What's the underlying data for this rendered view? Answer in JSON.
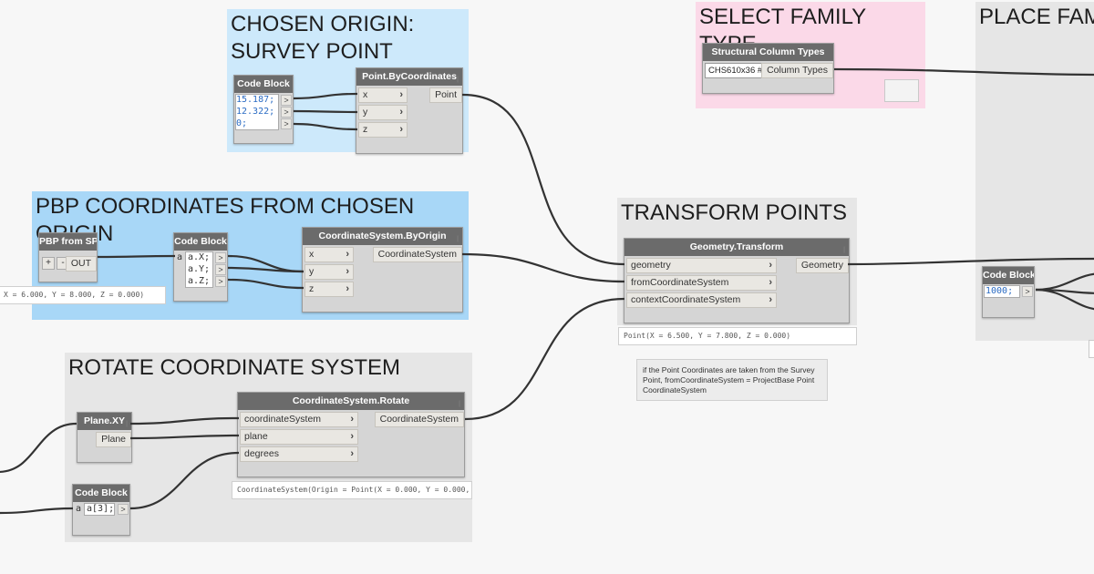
{
  "groups": {
    "chosen_origin": "CHOSEN ORIGIN:\nSURVEY POINT",
    "pbp_coordinates": "PBP COORDINATES FROM CHOSEN ORIGIN",
    "rotate_cs": "ROTATE COORDINATE SYSTEM",
    "select_family": "SELECT FAMILY TYPE",
    "transform_points": "TRANSFORM POINTS",
    "place_family": "PLACE FAM"
  },
  "nodes": {
    "code_block_origin": {
      "title": "Code Block",
      "lines": [
        "15.187;",
        "12.322;",
        "0;"
      ],
      "output_glyph": ">"
    },
    "point_by_coords": {
      "title": "Point.ByCoordinates",
      "inputs": [
        "x",
        "y",
        "z"
      ],
      "output": "Point"
    },
    "pbp_from_sp": {
      "title": "PBP from SP",
      "plus": "+",
      "minus": "-",
      "output": "OUT",
      "preview": "X = 6.000, Y = 8.000, Z = 0.000)"
    },
    "code_block_pbp": {
      "title": "Code Block",
      "input": "a",
      "lines": [
        "a.X;",
        "a.Y;",
        "a.Z;"
      ],
      "output_glyph": ">"
    },
    "cs_by_origin": {
      "title": "CoordinateSystem.ByOrigin",
      "inputs": [
        "x",
        "y",
        "z"
      ],
      "output": "CoordinateSystem"
    },
    "plane_xy": {
      "title": "Plane.XY",
      "output": "Plane"
    },
    "code_block_rotate": {
      "title": "Code Block",
      "input": "a",
      "line": "a[3];",
      "output_glyph": ">"
    },
    "cs_rotate": {
      "title": "CoordinateSystem.Rotate",
      "inputs": [
        "coordinateSystem",
        "plane",
        "degrees"
      ],
      "output": "CoordinateSystem",
      "preview": "CoordinateSystem(Origin = Point(X = 0.000, Y = 0.000,"
    },
    "structural_column_types": {
      "title": "Structural Column Types",
      "selected": "CHS610x36 #",
      "output": "Column Types"
    },
    "geometry_transform": {
      "title": "Geometry.Transform",
      "inputs": [
        "geometry",
        "fromCoordinateSystem",
        "contextCoordinateSystem"
      ],
      "output": "Geometry",
      "preview": "Point(X = 6.500, Y = 7.800, Z = 0.000)"
    },
    "code_block_1000": {
      "title": "Code Block",
      "line": "1000;",
      "output_glyph": ">"
    }
  },
  "note": "if the Point Coordinates are taken from the Survey Point, fromCoordinateSystem = ProjectBase Point CoordinateSystem",
  "colors": {
    "group_blue_light": "#cde9fb",
    "group_blue": "#a8d7f7",
    "group_grey": "#e6e6e6",
    "group_pink": "#fbd9e8",
    "node_header": "#6b6b6b",
    "wire": "#333333"
  },
  "icons": {
    "port_chevron": "chevron-right-icon",
    "dropdown_caret": "caret-down-icon"
  }
}
